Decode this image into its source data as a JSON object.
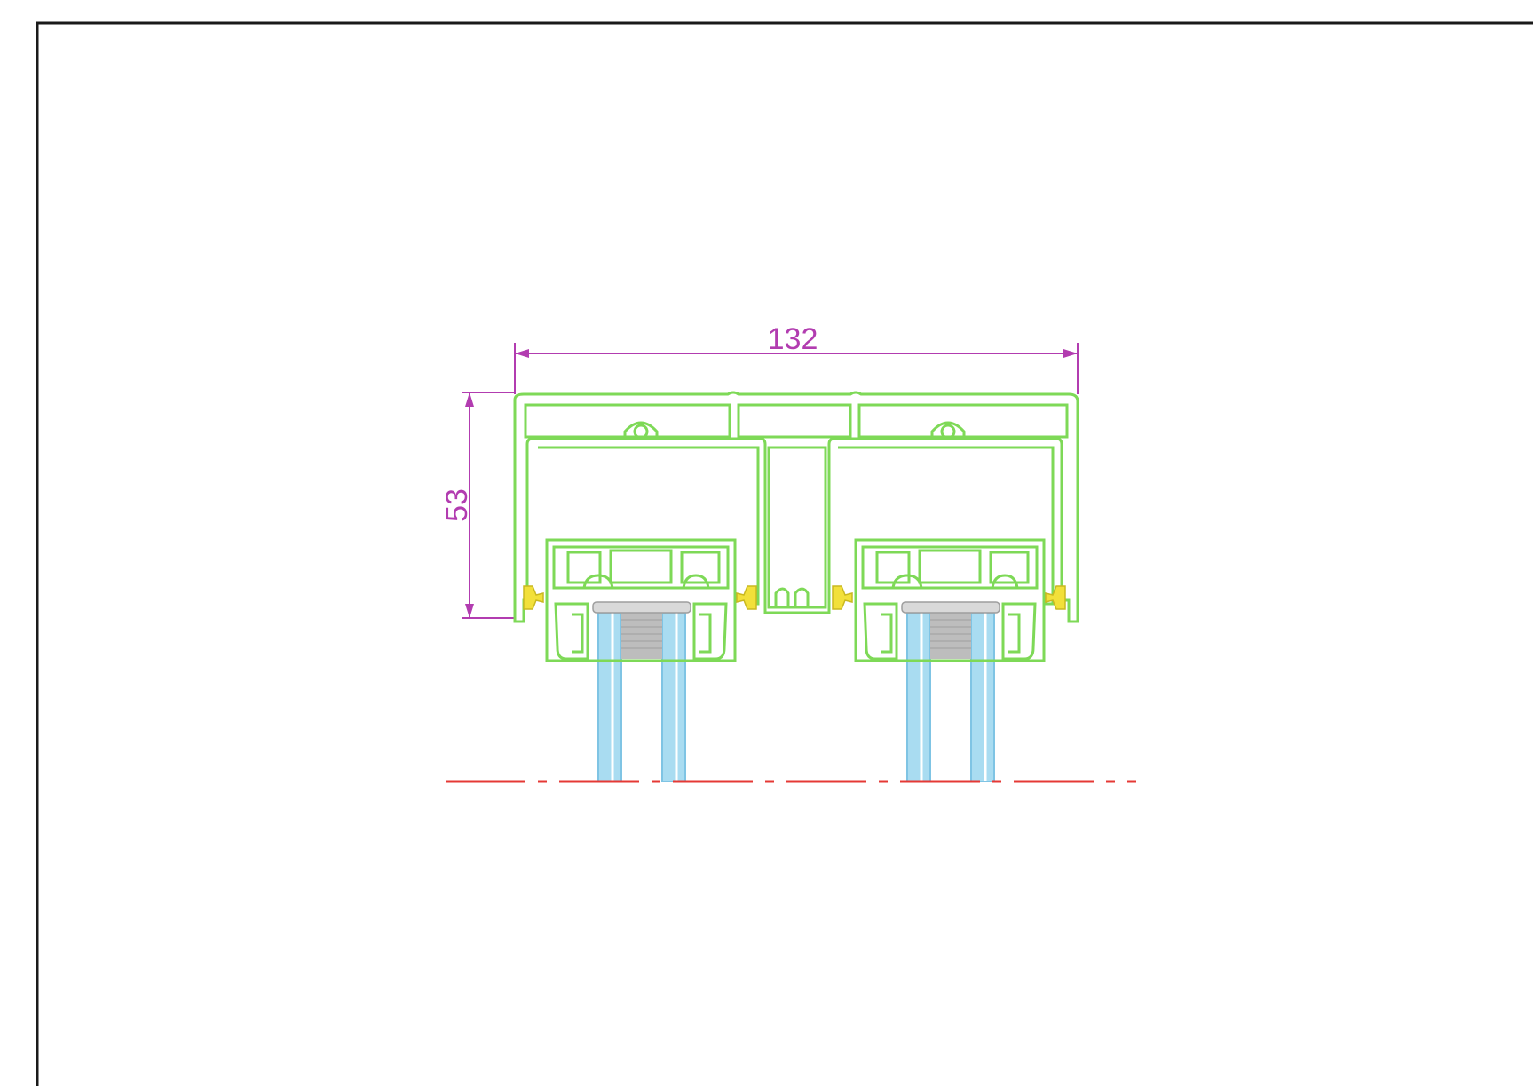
{
  "dimensions": {
    "width_label": "132",
    "height_label": "53"
  },
  "colors": {
    "border": "#1a1a1a",
    "profile": "#7ed957",
    "dimension": "#b23cb0",
    "glass": "#a9dcf1",
    "glass_edge": "#7fc4e4",
    "gasket": "#f2e03a",
    "spacer": "#bdbdbd",
    "centerline": "#e53935"
  },
  "components": {
    "profile": "aluminium-sliding-frame",
    "panes": [
      "left-sash-glazing",
      "right-sash-glazing"
    ]
  }
}
